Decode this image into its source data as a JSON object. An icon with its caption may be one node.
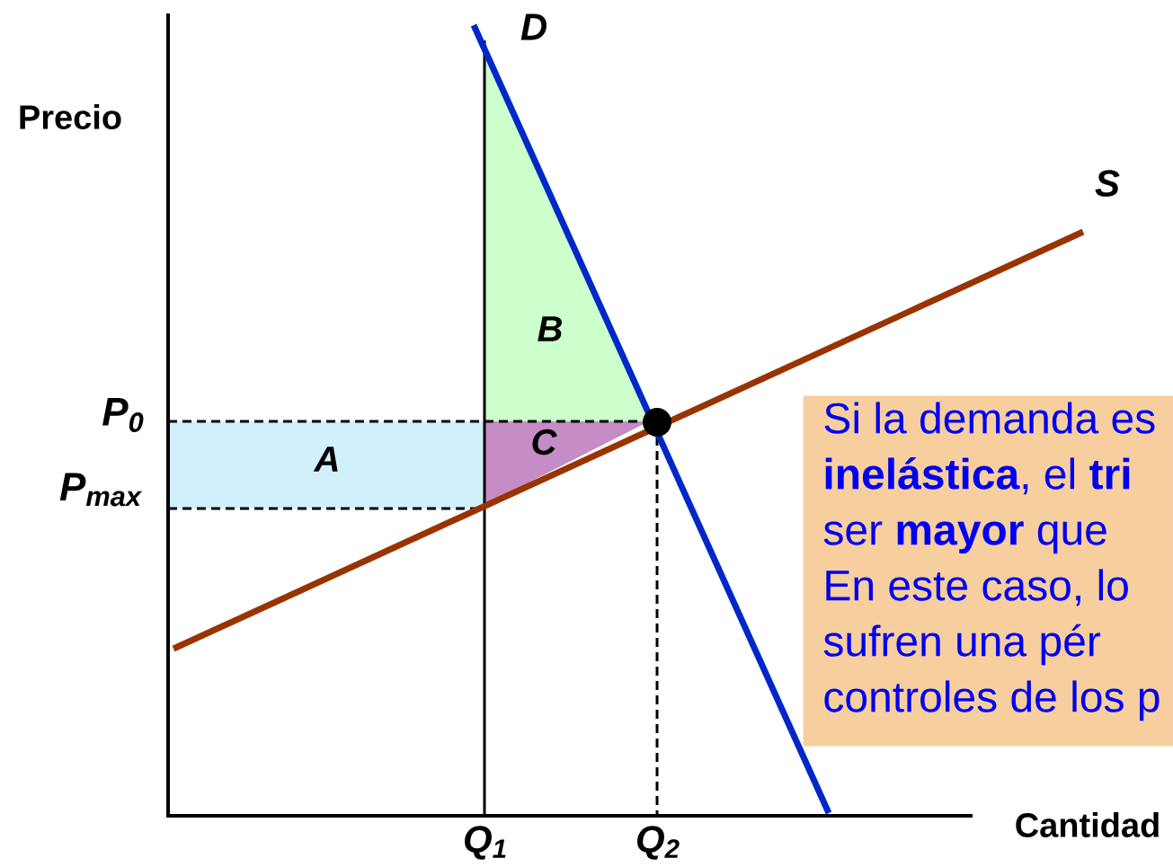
{
  "diagram": {
    "nodes": [
      {
        "text": [
          "Si la demanda es",
          "**inelástica**, el **tri**",
          "ser **mayor** que",
          "En este caso, lo",
          "sufren una pér",
          "controles de los p"
        ]
      }
    ],
    "labels": [
      "D",
      "Precio",
      "S",
      "B",
      "P$_{0}$",
      "C",
      "A",
      "P$_{max}$",
      "Cantidad",
      "Q$_{1}$",
      "Q$_{2}$"
    ]
  }
}
